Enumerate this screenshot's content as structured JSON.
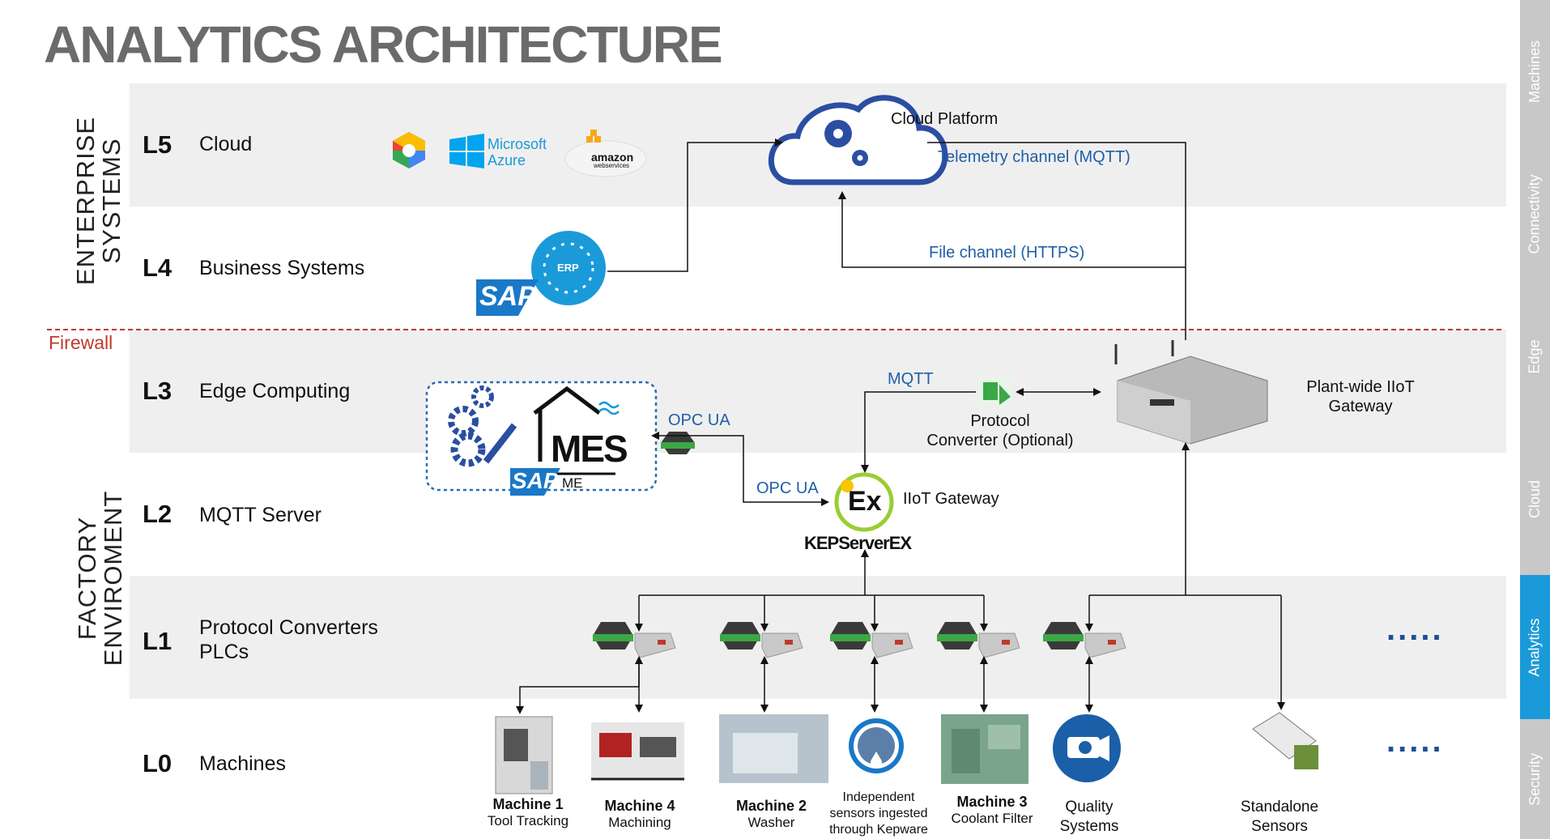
{
  "title": "ANALYTICS ARCHITECTURE",
  "sections": {
    "enterprise": "ENTERPRISE\nSYSTEMS",
    "factory": "FACTORY\nENVIROMENT"
  },
  "firewall": "Firewall",
  "levels": [
    {
      "code": "L5",
      "name": "Cloud"
    },
    {
      "code": "L4",
      "name": "Business Systems"
    },
    {
      "code": "L3",
      "name": "Edge Computing"
    },
    {
      "code": "L2",
      "name": "MQTT Server"
    },
    {
      "code": "L1",
      "name": "Protocol Converters\nPLCs"
    },
    {
      "code": "L0",
      "name": "Machines"
    }
  ],
  "cloud_logos": {
    "azure": "Microsoft\nAzure",
    "amazon": "amazon",
    "amazon_sub": "webservices"
  },
  "labels": {
    "cloud_platform": "Cloud Platform",
    "telemetry": "Telemetry channel (MQTT)",
    "file_channel": "File channel (HTTPS)",
    "mqtt": "MQTT",
    "protocol_converter": "Protocol\nConverter (Optional)",
    "iiot_plant": "Plant-wide IIoT\nGateway",
    "opc_ua_1": "OPC UA",
    "opc_ua_2": "OPC UA",
    "iiot_gateway": "IIoT Gateway",
    "kepserver": "KEPServerEX",
    "erp": "ERP",
    "sap": "SAP",
    "mes": "MES",
    "sap_me": "SAP",
    "me": "ME",
    "dots1": ".....",
    "dots2": "....."
  },
  "machines": [
    {
      "name": "Machine 1",
      "desc": "Tool Tracking"
    },
    {
      "name": "Machine 4",
      "desc": "Machining"
    },
    {
      "name": "Machine 2",
      "desc": "Washer"
    },
    {
      "name": "",
      "desc": "Independent\nsensors ingested\nthrough Kepware"
    },
    {
      "name": "Machine 3",
      "desc": "Coolant Filter"
    },
    {
      "name": "",
      "desc": "Quality\nSystems"
    },
    {
      "name": "",
      "desc": "Standalone\nSensors"
    }
  ],
  "sidebar": [
    "Machines",
    "Connectivity",
    "Edge",
    "Cloud",
    "Analytics",
    "Security"
  ],
  "colors": {
    "accent": "#1a9ad8",
    "cloud_blue": "#2b4ea2",
    "firewall": "#c0392b",
    "green": "#3aa845"
  }
}
